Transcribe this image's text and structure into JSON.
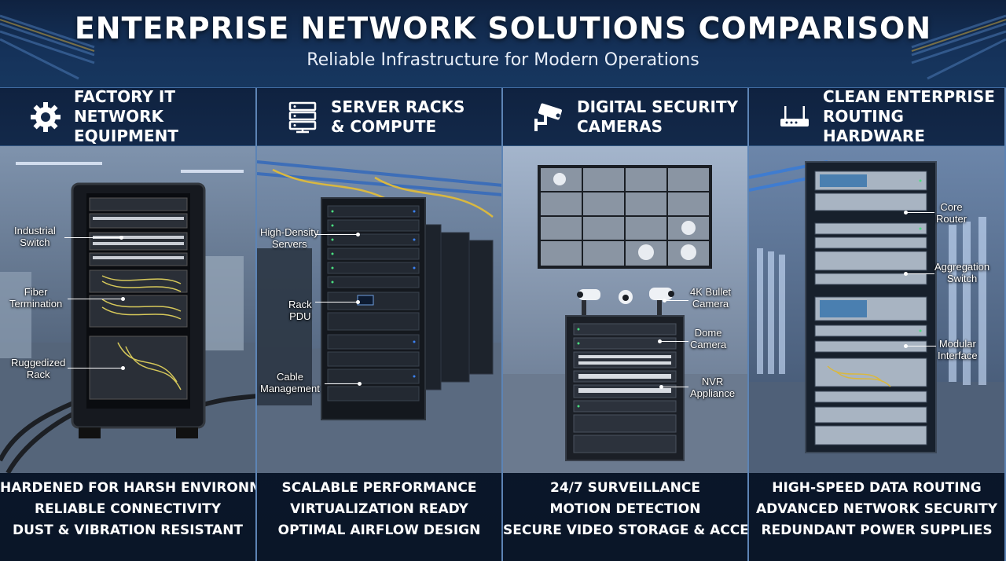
{
  "header": {
    "title": "ENTERPRISE NETWORK SOLUTIONS COMPARISON",
    "subtitle": "Reliable Infrastructure for Modern Operations"
  },
  "panels": [
    {
      "title_lines": [
        "FACTORY IT",
        "NETWORK EQUIPMENT"
      ],
      "icon": "gear-icon",
      "callouts": [
        {
          "lines": [
            "Industrial",
            "Switch"
          ]
        },
        {
          "lines": [
            "Fiber",
            "Termination"
          ]
        },
        {
          "lines": [
            "Ruggedized",
            "Rack"
          ]
        }
      ],
      "features": [
        "HARDENED FOR HARSH ENVIRONMENTS",
        "RELIABLE CONNECTIVITY",
        "DUST & VIBRATION RESISTANT"
      ]
    },
    {
      "title_lines": [
        "SERVER RACKS",
        "& COMPUTE"
      ],
      "icon": "server-stack-icon",
      "callouts": [
        {
          "lines": [
            "High-Density",
            "Servers"
          ]
        },
        {
          "lines": [
            "Rack",
            "PDU"
          ]
        },
        {
          "lines": [
            "Cable",
            "Management"
          ]
        }
      ],
      "features": [
        "SCALABLE PERFORMANCE",
        "VIRTUALIZATION READY",
        "OPTIMAL AIRFLOW DESIGN"
      ]
    },
    {
      "title_lines": [
        "DIGITAL SECURITY",
        "CAMERAS"
      ],
      "icon": "security-camera-icon",
      "callouts": [
        {
          "lines": [
            "4K Bullet",
            "Camera"
          ]
        },
        {
          "lines": [
            "Dome",
            "Camera"
          ]
        },
        {
          "lines": [
            "NVR",
            "Appliance"
          ]
        }
      ],
      "features": [
        "24/7 SURVEILLANCE",
        "MOTION DETECTION",
        "SECURE VIDEO STORAGE & ACCESS"
      ]
    },
    {
      "title_lines": [
        "CLEAN ENTERPRISE",
        "ROUTING HARDWARE"
      ],
      "icon": "router-icon",
      "callouts": [
        {
          "lines": [
            "Core",
            "Router"
          ]
        },
        {
          "lines": [
            "Aggregation",
            "Switch"
          ]
        },
        {
          "lines": [
            "Modular",
            "Interface"
          ]
        }
      ],
      "features": [
        "HIGH-SPEED DATA ROUTING",
        "ADVANCED NETWORK SECURITY",
        "REDUNDANT POWER SUPPLIES"
      ]
    }
  ],
  "colors": {
    "background": "#0c1a30",
    "header": "#15325a",
    "divider": "#5d84b5",
    "rack": "#16191f",
    "led_green": "#4ade80",
    "accent_blue": "#3b82f6"
  }
}
